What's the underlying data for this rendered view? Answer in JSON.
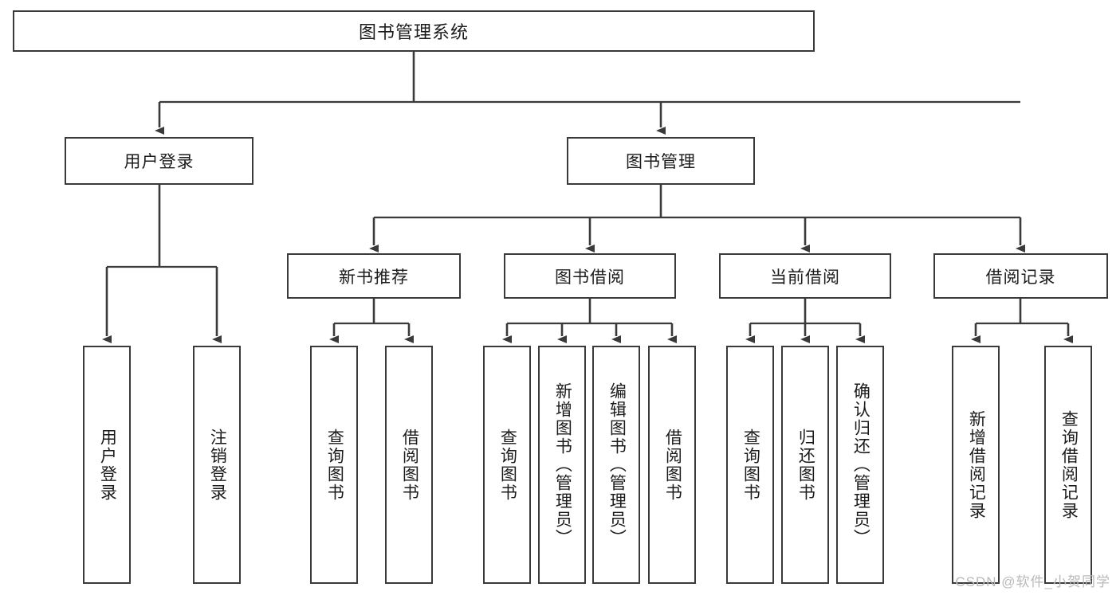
{
  "diagram": {
    "title": "图书管理系统",
    "type": "tree-hierarchy-chart",
    "colors": {
      "box_border": "#3a3a3a",
      "box_fill": "#ffffff",
      "line": "#3a3a3a",
      "text": "#1b1b1b",
      "watermark": "#b9b9b9"
    },
    "root": {
      "label": "图书管理系统"
    },
    "level2": [
      {
        "label": "用户登录"
      },
      {
        "label": "图书管理"
      }
    ],
    "level3": [
      {
        "label": "新书推荐"
      },
      {
        "label": "图书借阅"
      },
      {
        "label": "当前借阅"
      },
      {
        "label": "借阅记录"
      }
    ],
    "leaves": [
      {
        "label": "用户登录"
      },
      {
        "label": "注销登录"
      },
      {
        "label": "查询图书"
      },
      {
        "label": "借阅图书"
      },
      {
        "label": "查询图书"
      },
      {
        "label": "新增图书（管理员）"
      },
      {
        "label": "编辑图书（管理员）"
      },
      {
        "label": "借阅图书"
      },
      {
        "label": "查询图书"
      },
      {
        "label": "归还图书"
      },
      {
        "label": "确认归还（管理员）"
      },
      {
        "label": "新增借阅记录"
      },
      {
        "label": "查询借阅记录"
      }
    ]
  },
  "watermark": {
    "text": "CSDN @软件_小贺同学"
  }
}
